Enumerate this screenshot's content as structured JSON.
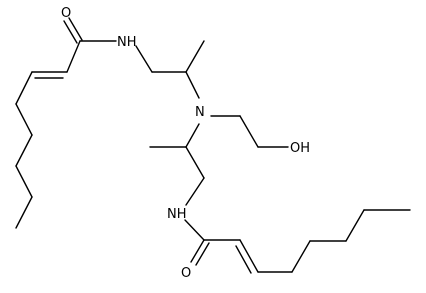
{
  "atoms": {
    "o_top": "O",
    "nh_top": "NH",
    "n_center": "N",
    "oh": "OH",
    "nh_bottom": "NH",
    "o_bottom": "O"
  },
  "colors": {
    "ink": "#000000",
    "background": "#ffffff"
  }
}
